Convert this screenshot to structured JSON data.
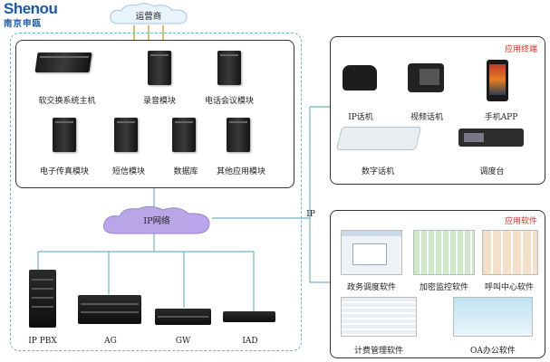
{
  "logo": {
    "brand_en": "Shenou",
    "brand_cn": "南京申瓯"
  },
  "cloud_top": {
    "label": "运营商"
  },
  "cloud_ip": {
    "label": "IP网络"
  },
  "link_label": "IP",
  "servers": [
    {
      "label": "软交换系统主机"
    },
    {
      "label": "录音模块"
    },
    {
      "label": "电话会议模块"
    },
    {
      "label": "电子传真模块"
    },
    {
      "label": "短信模块"
    },
    {
      "label": "数据库"
    },
    {
      "label": "其他应用模块"
    }
  ],
  "gateways": [
    {
      "label": "IP PBX"
    },
    {
      "label": "AG"
    },
    {
      "label": "GW"
    },
    {
      "label": "IAD"
    }
  ],
  "terminals": {
    "title": "应用终端",
    "items": [
      {
        "label": "IP话机"
      },
      {
        "label": "视频话机"
      },
      {
        "label": "手机APP"
      },
      {
        "label": "数字话机"
      },
      {
        "label": "调度台"
      }
    ]
  },
  "software": {
    "title": "应用软件",
    "items": [
      {
        "label": "政务调度软件"
      },
      {
        "label": "加密监控软件"
      },
      {
        "label": "呼叫中心软件"
      },
      {
        "label": "计费管理软件"
      },
      {
        "label": "OA办公软件"
      }
    ]
  },
  "colors": {
    "brand": "#1a5aa8",
    "accent_red": "#d03a2c",
    "cloud": "#b9a6e8",
    "dash": "#6fb3c8"
  }
}
